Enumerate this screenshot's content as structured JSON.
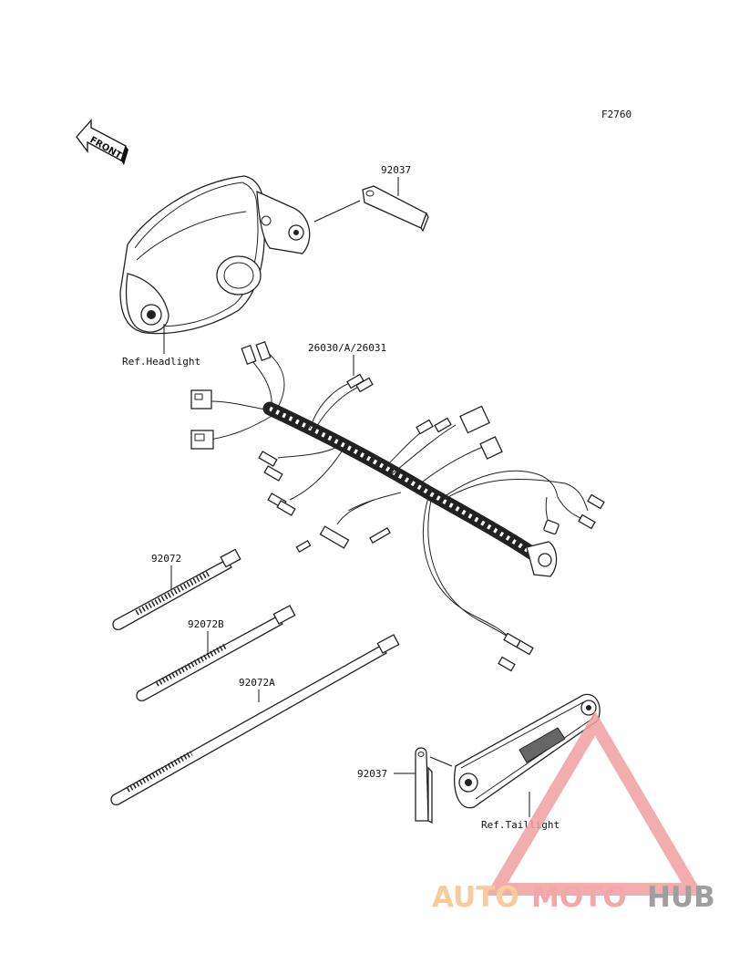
{
  "figure_code": "F2760",
  "front_label": "FRONT",
  "parts": {
    "bracket_top": "92037",
    "harness": "26030/A/26031",
    "strap_1": "92072",
    "strap_2": "92072B",
    "strap_3": "92072A",
    "bracket_bottom": "92037"
  },
  "refs": {
    "headlight": "Ref.Headlight",
    "taillight": "Ref.Taillight"
  },
  "watermark": {
    "part1": "AUTO",
    "part2": "MOTO",
    "part3": "HUB",
    "colors": {
      "auto": "#f6c28b",
      "moto": "#f29a9a",
      "hub": "#8f8f8f",
      "triangle": "#f0a0a0"
    }
  }
}
